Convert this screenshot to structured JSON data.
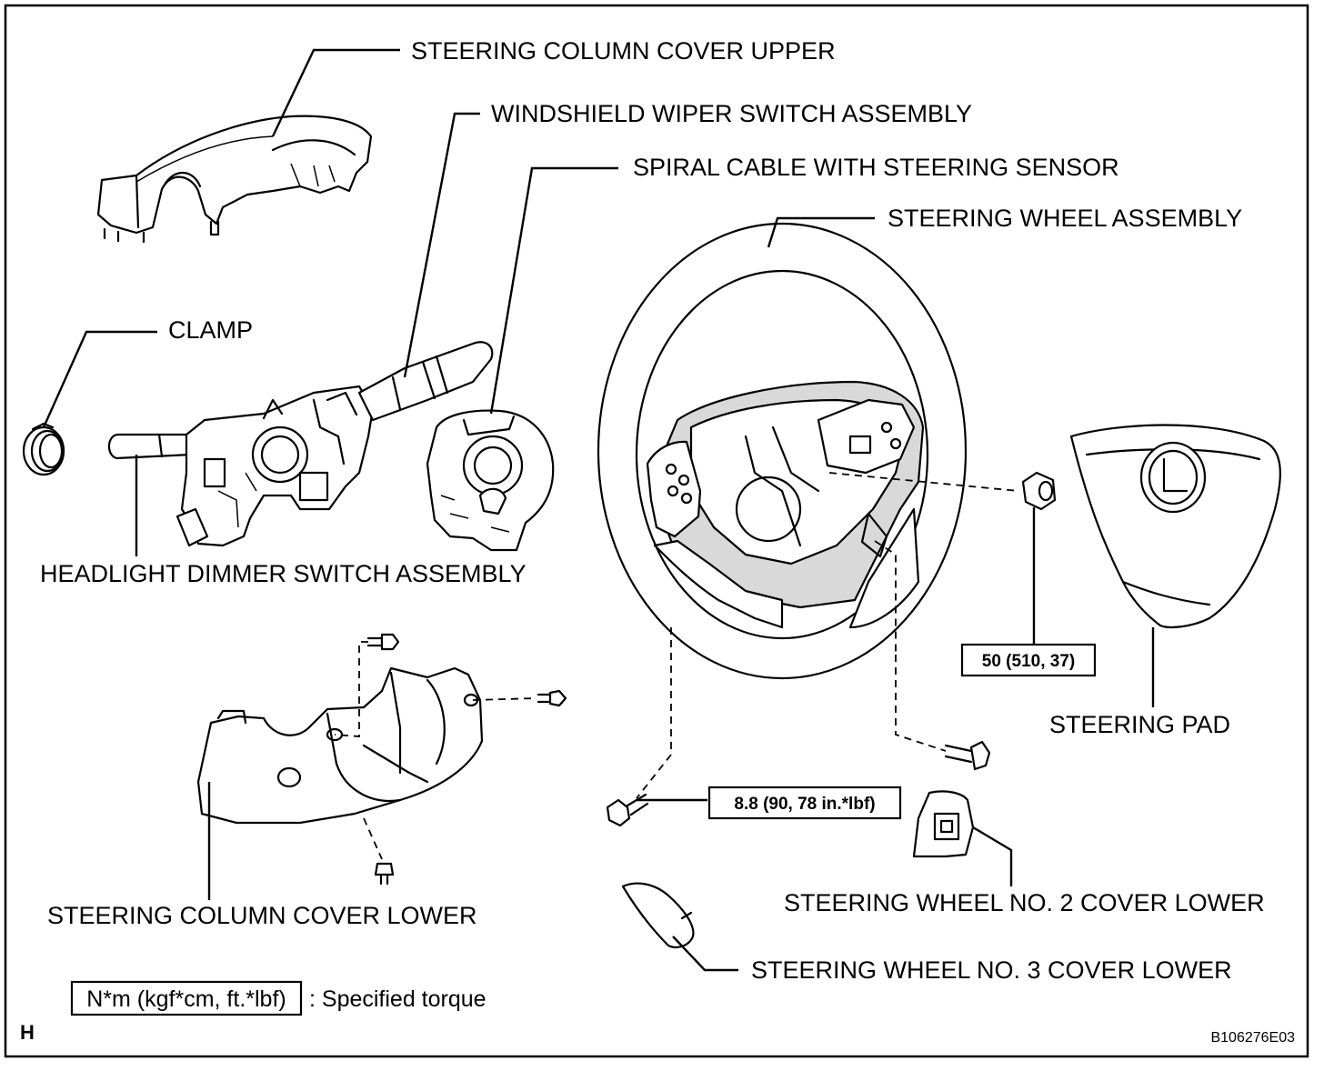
{
  "labels": {
    "column_cover_upper": "STEERING COLUMN COVER UPPER",
    "wiper_switch": "WINDSHIELD WIPER SWITCH ASSEMBLY",
    "spiral_cable": "SPIRAL CABLE WITH STEERING SENSOR",
    "wheel_assembly": "STEERING WHEEL ASSEMBLY",
    "clamp": "CLAMP",
    "headlight_switch": "HEADLIGHT DIMMER SWITCH ASSEMBLY",
    "steering_pad": "STEERING PAD",
    "column_cover_lower": "STEERING COLUMN COVER LOWER",
    "wheel_no2_cover": "STEERING WHEEL NO. 2 COVER LOWER",
    "wheel_no3_cover": "STEERING WHEEL NO. 3 COVER LOWER"
  },
  "torque": {
    "nut": "50 (510, 37)",
    "screw": "8.8 (90, 78 in.*lbf)"
  },
  "legend": {
    "unit_box": "N*m (kgf*cm, ft.*lbf)",
    "description": ": Specified torque"
  },
  "corner_letter": "H",
  "figure_id": "B106276E03"
}
